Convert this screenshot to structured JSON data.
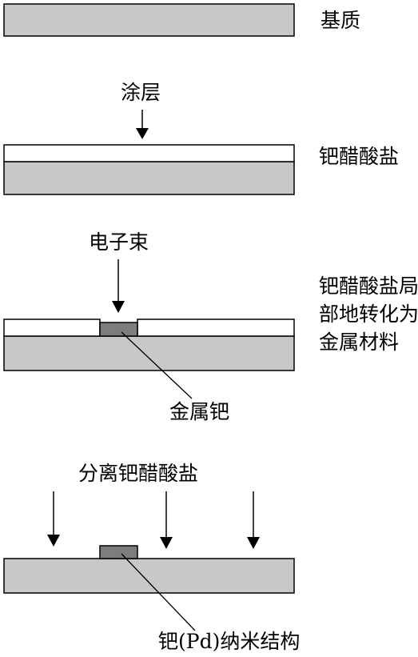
{
  "colors": {
    "substrate": "#c8c8c8",
    "coating": "#ffffff",
    "metal": "#7d7d7d",
    "stroke": "#000000"
  },
  "steps": [
    {
      "label": "基质"
    },
    {
      "label": "钯醋酸盐",
      "arrow_label": "涂层"
    },
    {
      "label": "钯醋酸盐局部地转化为金属材料",
      "arrow_label": "电子束",
      "callout": "金属钯"
    },
    {
      "arrow_label": "分离钯醋酸盐",
      "callout": "钯(Pd)纳米结构"
    }
  ]
}
